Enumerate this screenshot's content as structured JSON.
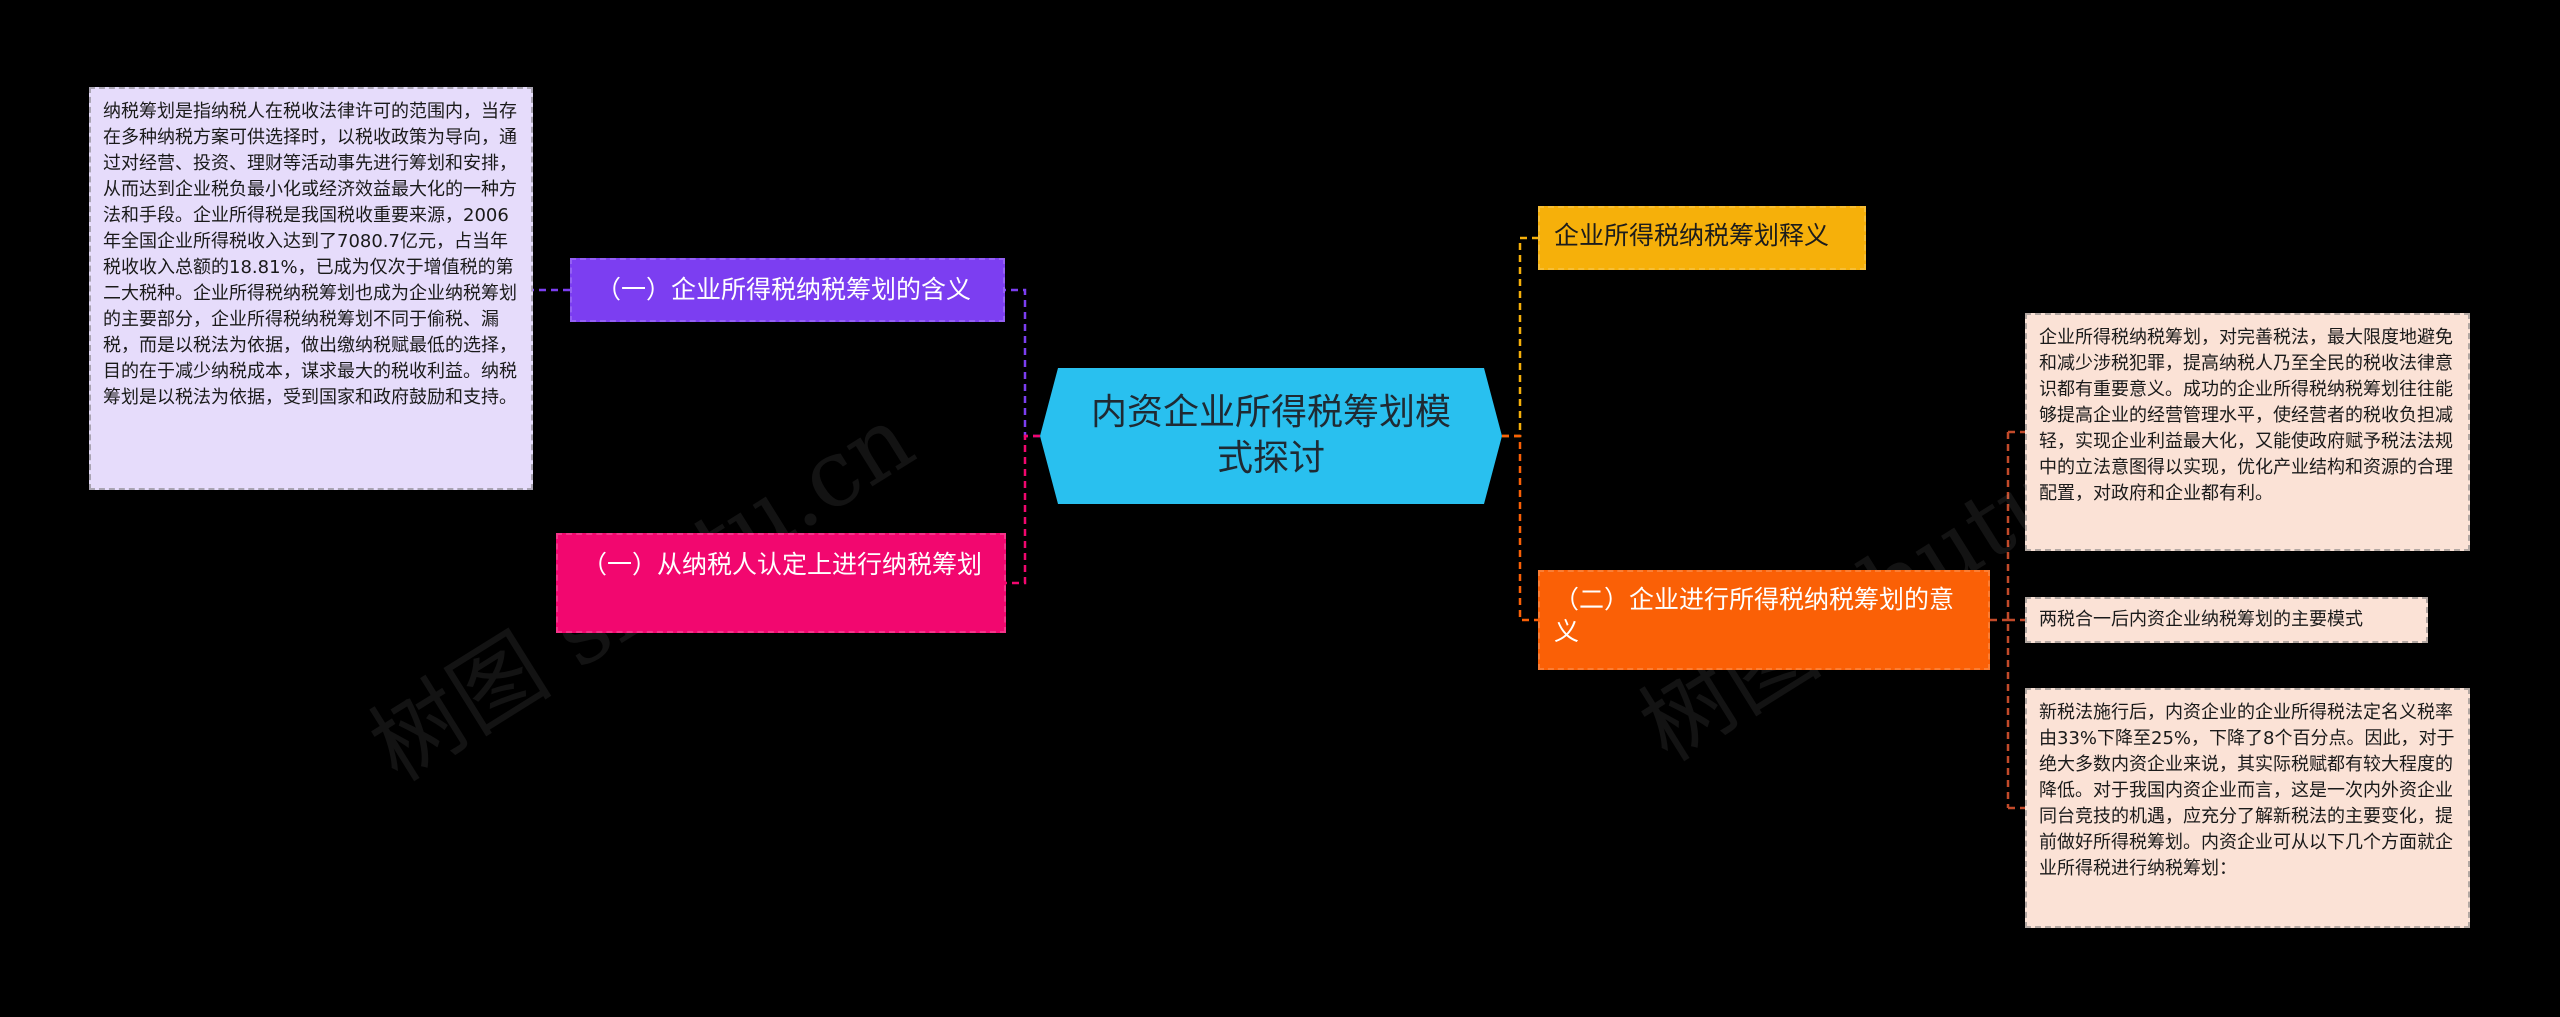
{
  "central": {
    "title": "内资企业所得税筹划模式探讨",
    "color": "#29c0ef"
  },
  "left": {
    "meaning": {
      "label": "（一）企业所得税纳税筹划的含义",
      "color": "#7c3ef1"
    },
    "definition_note": "纳税筹划是指纳税人在税收法律许可的范围内，当存在多种纳税方案可供选择时，以税收政策为导向，通过对经营、投资、理财等活动事先进行筹划和安排，从而达到企业税负最小化或经济效益最大化的一种方法和手段。企业所得税是我国税收重要来源，2006年全国企业所得税收入达到了7080.7亿元，占当年税收收入总额的18.81%，已成为仅次于增值税的第二大税种。企业所得税纳税筹划也成为企业纳税筹划的主要部分，企业所得税纳税筹划不同于偷税、漏税，而是以税法为依据，做出缴纳税赋最低的选择，目的在于减少纳税成本，谋求最大的税收利益。纳税筹划是以税法为依据，受到国家和政府鼓励和支持。",
    "taxpayer": {
      "label": "（一）从纳税人认定上进行纳税筹划",
      "color": "#f2076f"
    }
  },
  "right": {
    "explain": {
      "label": "企业所得税纳税筹划释义",
      "color": "#f6b00a"
    },
    "significance": {
      "label": "（二）企业进行所得税纳税筹划的意义",
      "color": "#fa6006"
    },
    "significance_note": "企业所得税纳税筹划，对完善税法，最大限度地避免和减少涉税犯罪，提高纳税人乃至全民的税收法律意识都有重要意义。成功的企业所得税纳税筹划往往能够提高企业的经营管理水平，使经营者的税收负担减轻，实现企业利益最大化，又能使政府赋予税法法规中的立法意图得以实现，优化产业结构和资源的合理配置，对政府和企业都有利。",
    "mode_note": "两税合一后内资企业纳税筹划的主要模式",
    "newlaw_note": "新税法施行后，内资企业的企业所得税法定名义税率由33%下降至25%，下降了8个百分点。因此，对于绝大多数内资企业来说，其实际税赋都有较大程度的降低。对于我国内资企业而言，这是一次内外资企业同台竞技的机遇，应充分了解新税法的主要变化，提前做好所得税筹划。内资企业可从以下几个方面就企业所得税进行纳税筹划：",
    "note_color": "#fbe2d6"
  },
  "watermarks": [
    "树图 shutu.cn",
    "树图 shutu.cn"
  ]
}
